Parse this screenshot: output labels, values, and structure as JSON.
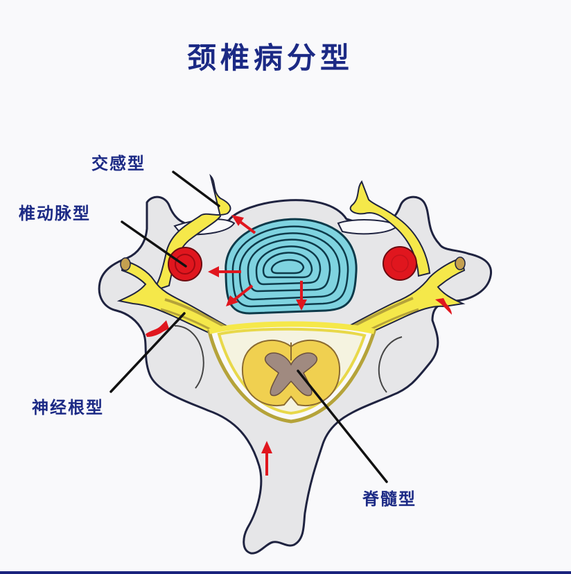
{
  "title": "颈椎病分型",
  "labels": {
    "sympathetic": "交感型",
    "vertebral_artery": "椎动脉型",
    "nerve_root": "神经根型",
    "spinal_cord": "脊髓型"
  },
  "colors": {
    "text": "#1c2a85",
    "bone": "#e6e6e8",
    "bone_outline": "#1f2340",
    "nerve": "#f5e84a",
    "nerve_outline": "#b5a33a",
    "disc": "#7fd3e0",
    "disc_line": "#0d3a4a",
    "artery": "#e0161e",
    "cord_white": "#f0d050",
    "cord_grey": "#a08a80",
    "arrow": "#e0161e",
    "bottom_rule": "#1a237e",
    "background": "#f9f9fb"
  }
}
